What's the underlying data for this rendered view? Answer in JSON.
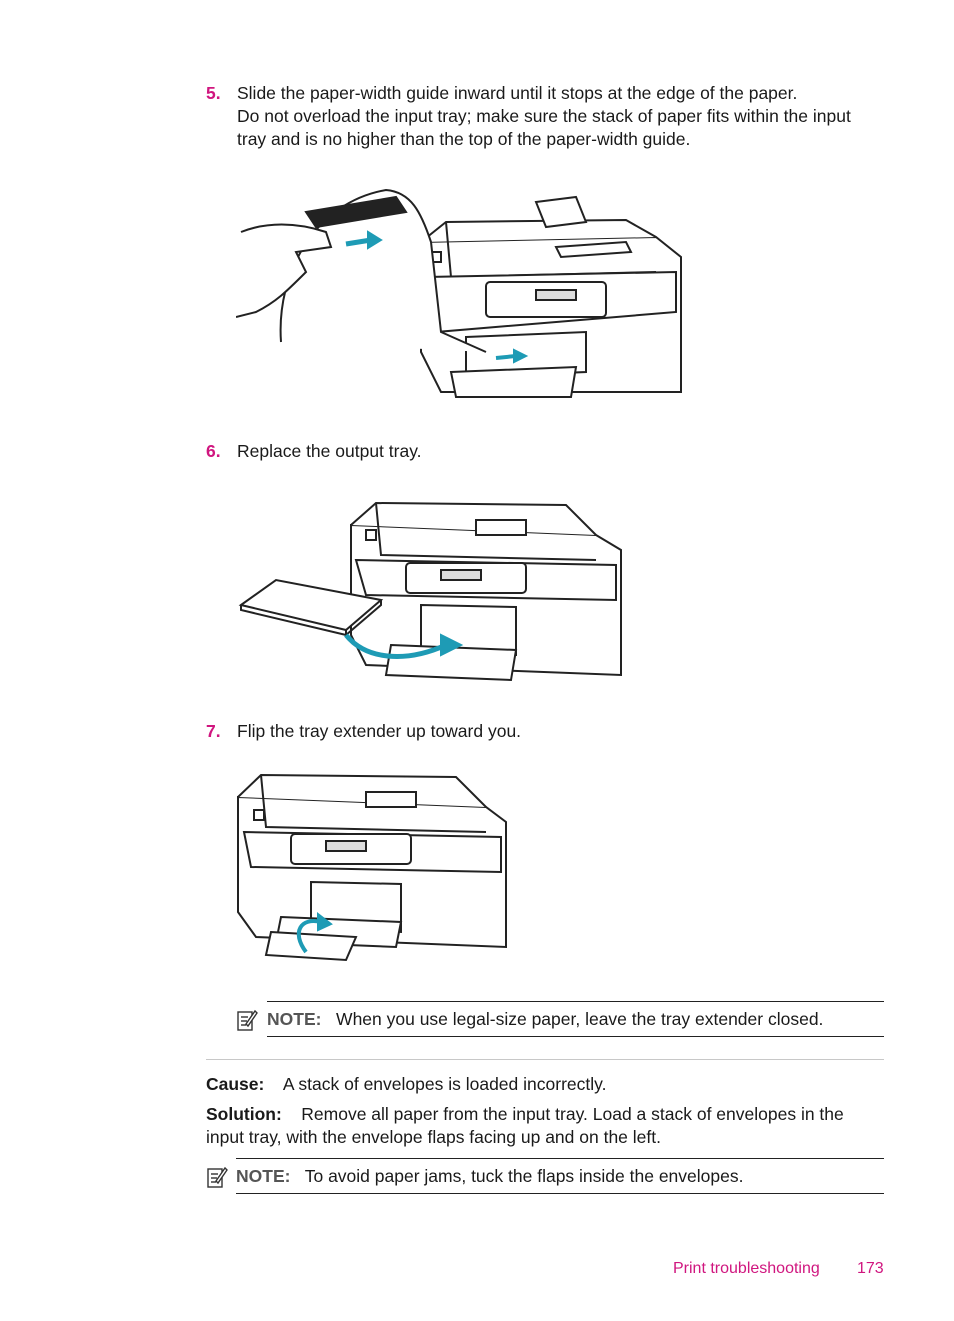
{
  "steps": [
    {
      "number": "5.",
      "line1": "Slide the paper-width guide inward until it stops at the edge of the paper.",
      "line2": "Do not overload the input tray; make sure the stack of paper fits within the input",
      "line3": "tray and is no higher than the top of the paper-width guide."
    },
    {
      "number": "6.",
      "text": "Replace the output tray."
    },
    {
      "number": "7.",
      "text": "Flip the tray extender up toward you."
    }
  ],
  "note1": {
    "label": "NOTE:",
    "text": "When you use legal-size paper, leave the tray extender closed.",
    "icon": "note-pencil-icon"
  },
  "cause": {
    "label": "Cause:",
    "text": "A stack of envelopes is loaded incorrectly."
  },
  "solution": {
    "label": "Solution:",
    "text1": "Remove all paper from the input tray. Load a stack of envelopes in the",
    "text2": "input tray, with the envelope flaps facing up and on the left."
  },
  "note2": {
    "label": "NOTE:",
    "text": "To avoid paper jams, tuck the flaps inside the envelopes.",
    "icon": "note-pencil-icon"
  },
  "footer": {
    "section": "Print troubleshooting",
    "page": "173"
  },
  "colors": {
    "accent": "#d0167f",
    "arrow": "#1e9bb5"
  }
}
